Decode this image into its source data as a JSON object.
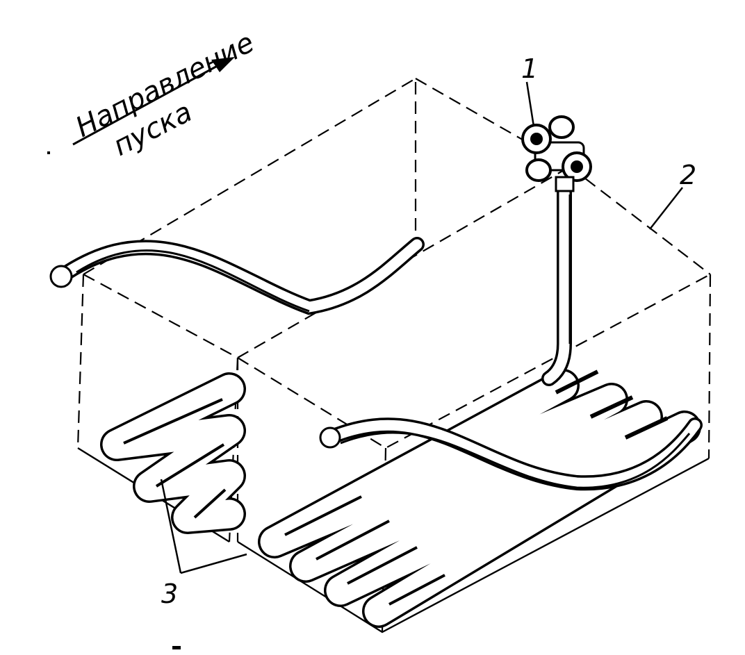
{
  "diagram": {
    "direction_line1": "Направление",
    "direction_line2": "пуска",
    "label_1": "1",
    "label_2": "2",
    "label_3": "3"
  },
  "colors": {
    "ink": "#000000",
    "paper": "#ffffff"
  }
}
